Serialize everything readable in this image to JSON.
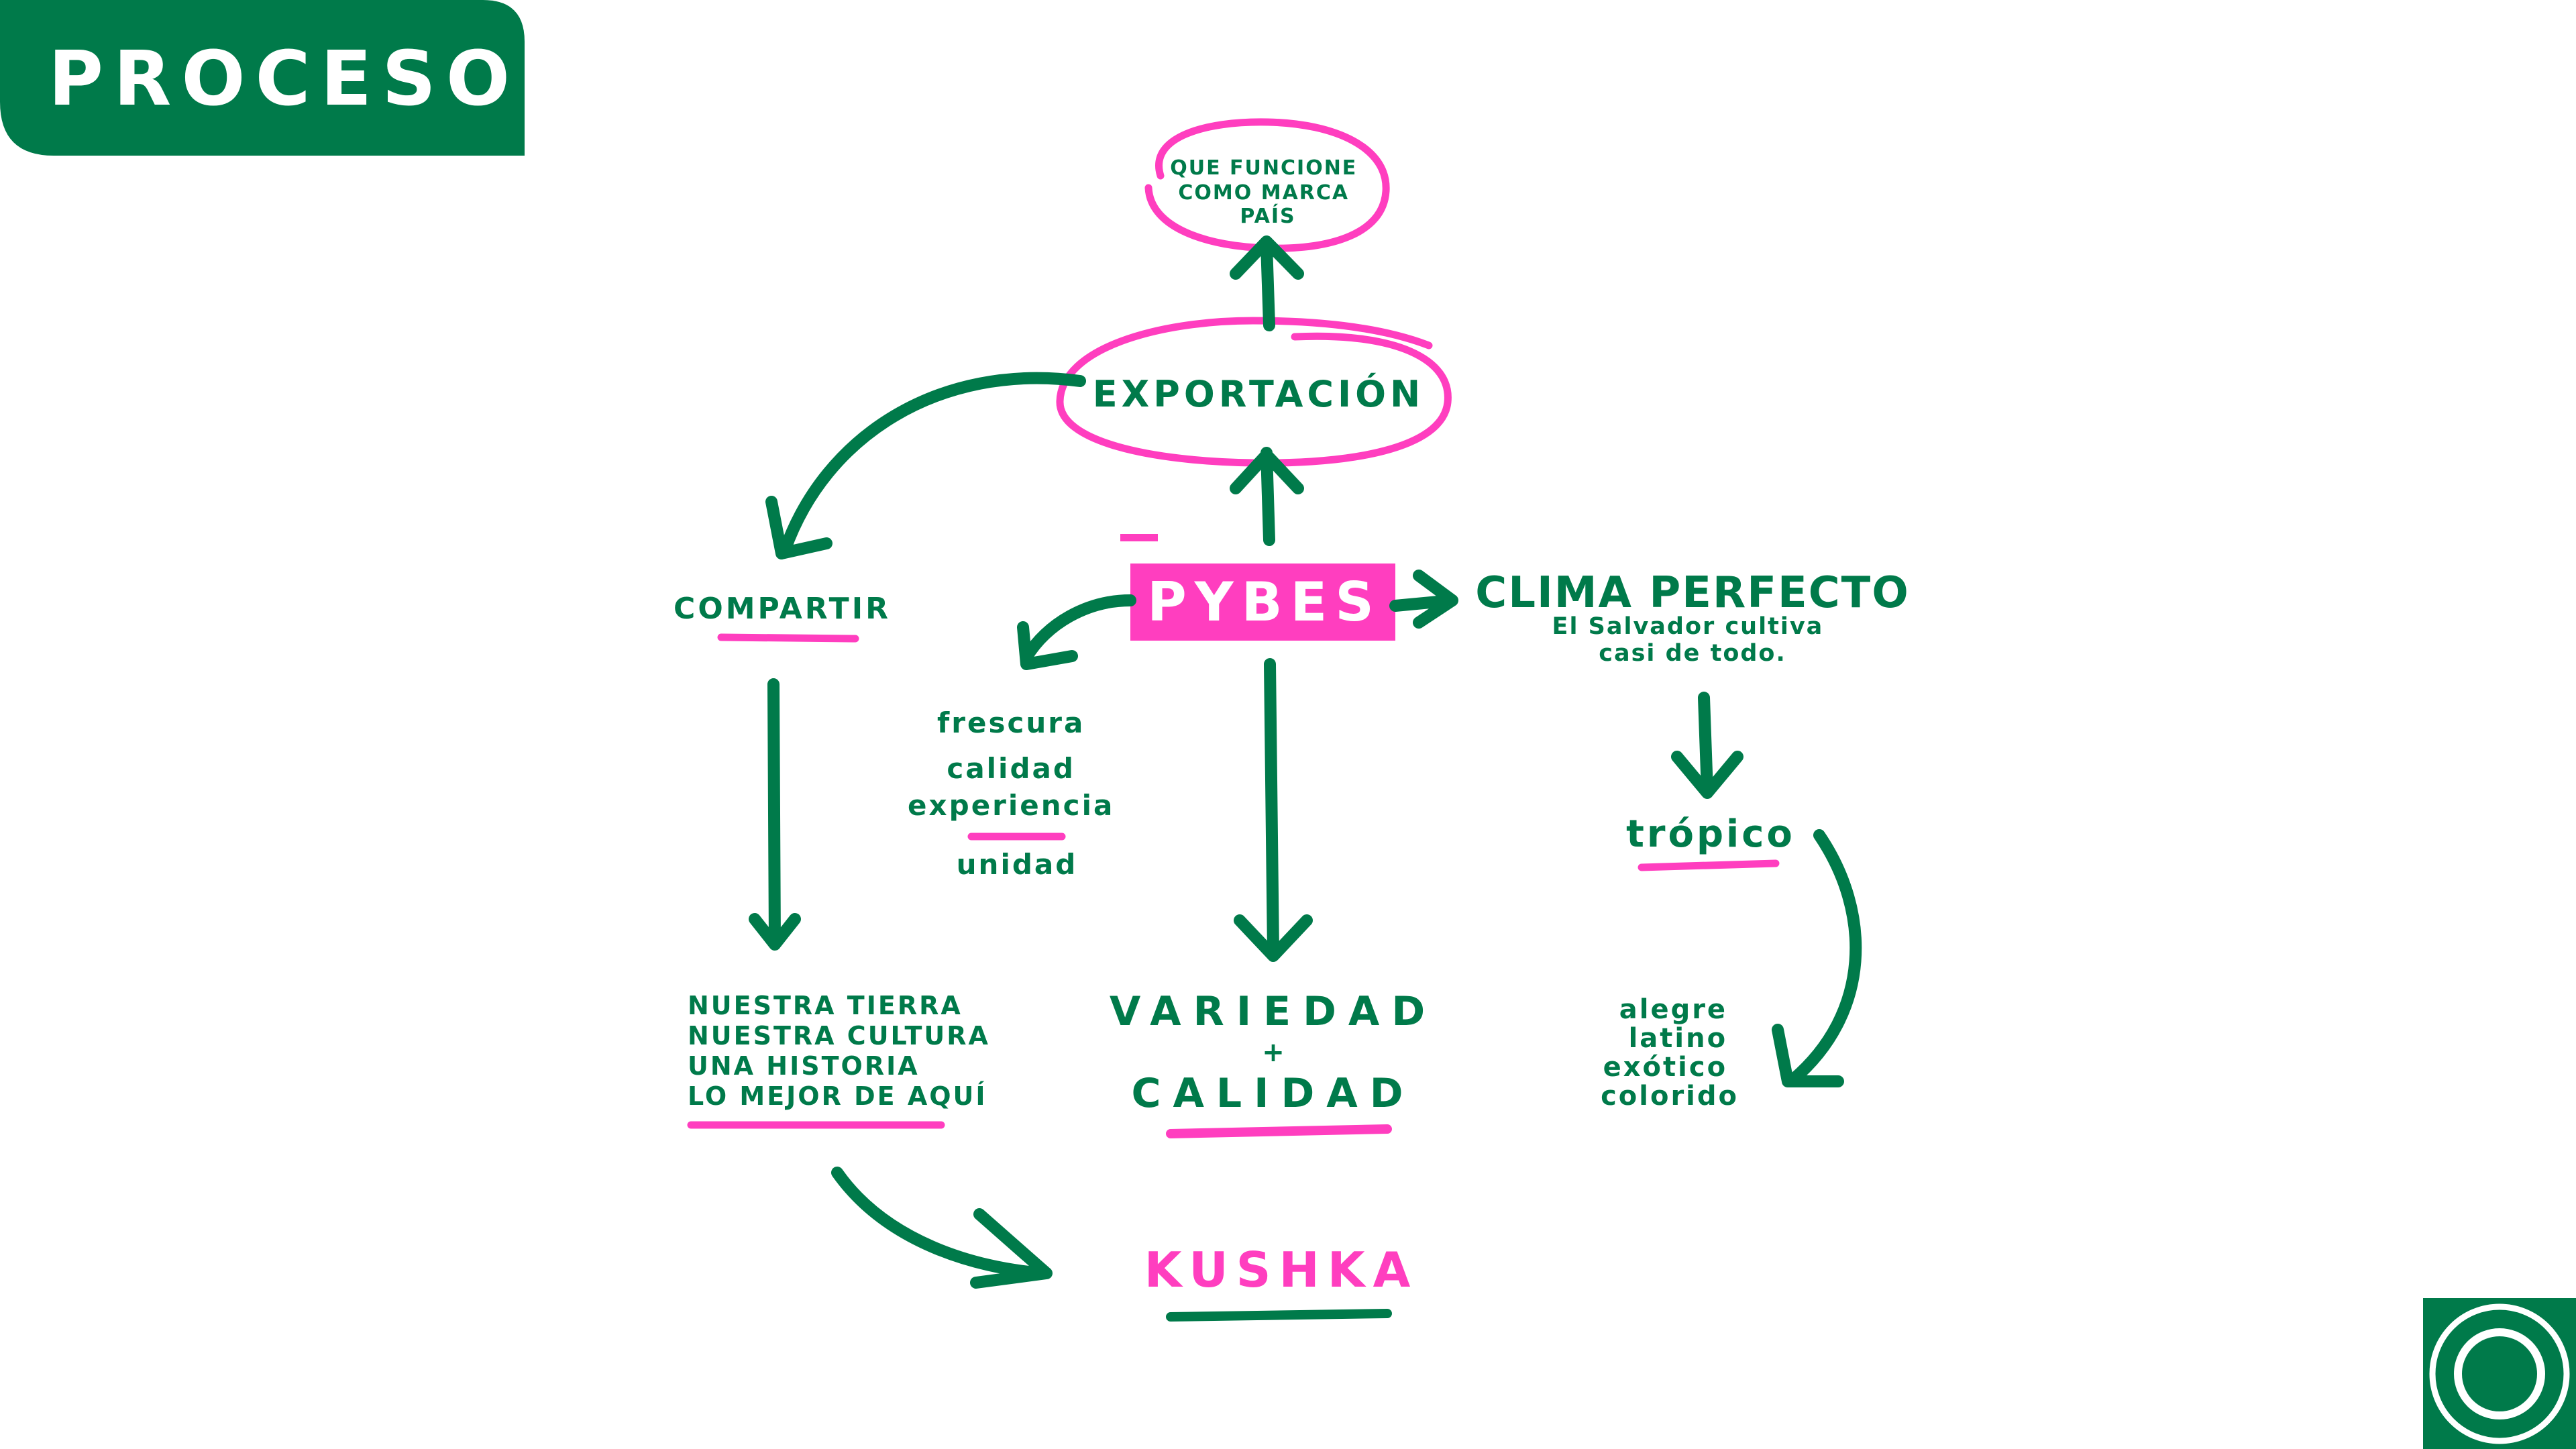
{
  "header": {
    "title": "PROCESO"
  },
  "nodes": {
    "goal": {
      "lines": [
        "QUE FUNCIONE",
        "COMO MARCA",
        "PAÍS"
      ]
    },
    "exportacion": "EXPORTACIÓN",
    "pybes": "PYBES",
    "compartir": "COMPARTIR",
    "clima": {
      "title": "CLIMA PERFECTO",
      "lines": [
        "El Salvador cultiva",
        "casi de todo."
      ]
    },
    "values": [
      "frescura",
      "calidad",
      "experiencia",
      "unidad"
    ],
    "tropico": "trópico",
    "tropico_traits": [
      "alegre",
      "latino",
      "exótico",
      "colorido"
    ],
    "story": [
      "NUESTRA TIERRA",
      "NUESTRA CULTURA",
      "UNA HISTORIA",
      "LO MEJOR DE AQUÍ"
    ],
    "variedad": {
      "line1": "VARIEDAD",
      "plus": "+",
      "line2": "CALIDAD"
    },
    "kushka": "KUSHKA"
  },
  "colors": {
    "green": "#007a4a",
    "pink": "#ff3ebf",
    "background": "#ffffff"
  },
  "logo": {
    "icon": "circle-logo-icon"
  }
}
